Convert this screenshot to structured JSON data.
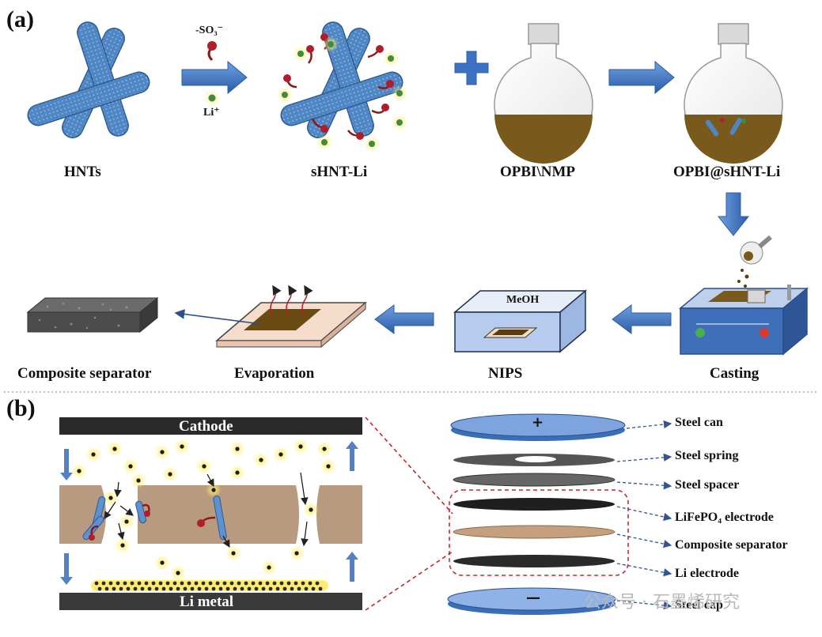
{
  "panels": {
    "a": "(a)",
    "b": "(b)"
  },
  "panel_a": {
    "reagents": {
      "sulfonate": "-SO₃⁻",
      "lithium": "Li⁺"
    },
    "steps": [
      "HNTs",
      "sHNT-Li",
      "OPBI\\NMP",
      "OPBI@sHNT-Li",
      "Casting",
      "NIPS",
      "Evaporation",
      "Composite separator"
    ],
    "bath_label": "MeOH"
  },
  "panel_b": {
    "cathode": "Cathode",
    "anode": "Li metal",
    "layers": [
      "Steel  can",
      "Steel spring",
      "Steel spacer",
      "LiFePO₄ electrode",
      "Composite separator",
      "Li electrode",
      "Steel cap"
    ],
    "can_sign": "+",
    "cap_sign": "—"
  },
  "watermark": "公众号 · 石墨烯研究",
  "colors": {
    "tube": "#4f86c4",
    "arrow": "#3a6fc1",
    "slurry": "#7a5a1c",
    "matrix": "#b79a7f",
    "electrode": "#222222",
    "dashed": "#c62828"
  }
}
